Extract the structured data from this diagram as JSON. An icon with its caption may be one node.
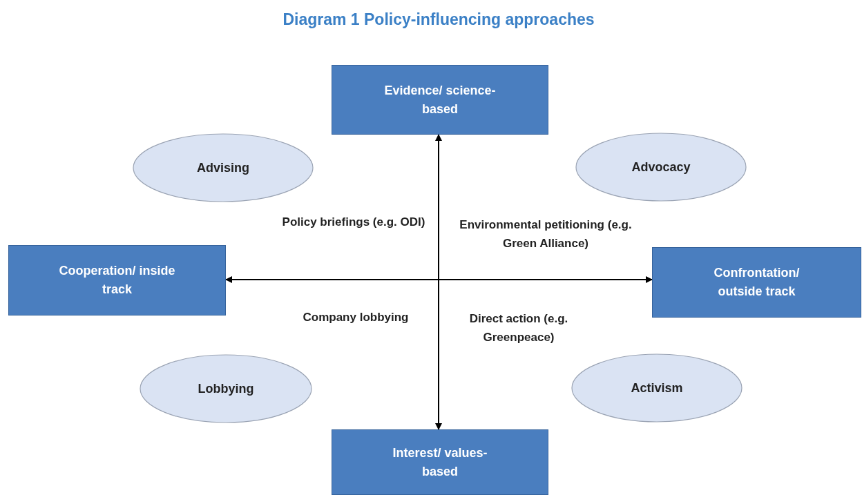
{
  "diagram": {
    "title": "Diagram 1 Policy-influencing approaches",
    "nodes": [
      {
        "text": [
          "Evidence/ science-based"
        ]
      },
      {
        "text": [
          "Advising"
        ]
      },
      {
        "text": [
          "Advocacy"
        ]
      },
      {
        "text": [
          "Cooperation/ inside track"
        ]
      },
      {
        "text": [
          "Confrontation/ outside track"
        ]
      },
      {
        "text": [
          "Lobbying"
        ]
      },
      {
        "text": [
          "Activism"
        ]
      },
      {
        "text": [
          "Interest/ values-based"
        ]
      }
    ],
    "edges": [
      {
        "from": 0,
        "to": 7,
        "arrow": "both"
      },
      {
        "from": 3,
        "to": 4,
        "arrow": "both"
      }
    ],
    "labels": [
      "Policy briefings (e.g. ODI)",
      "Environmental petitioning (e.g. Green Alliance)",
      "Company lobbying",
      "Direct action (e.g. Greenpeace)"
    ]
  }
}
